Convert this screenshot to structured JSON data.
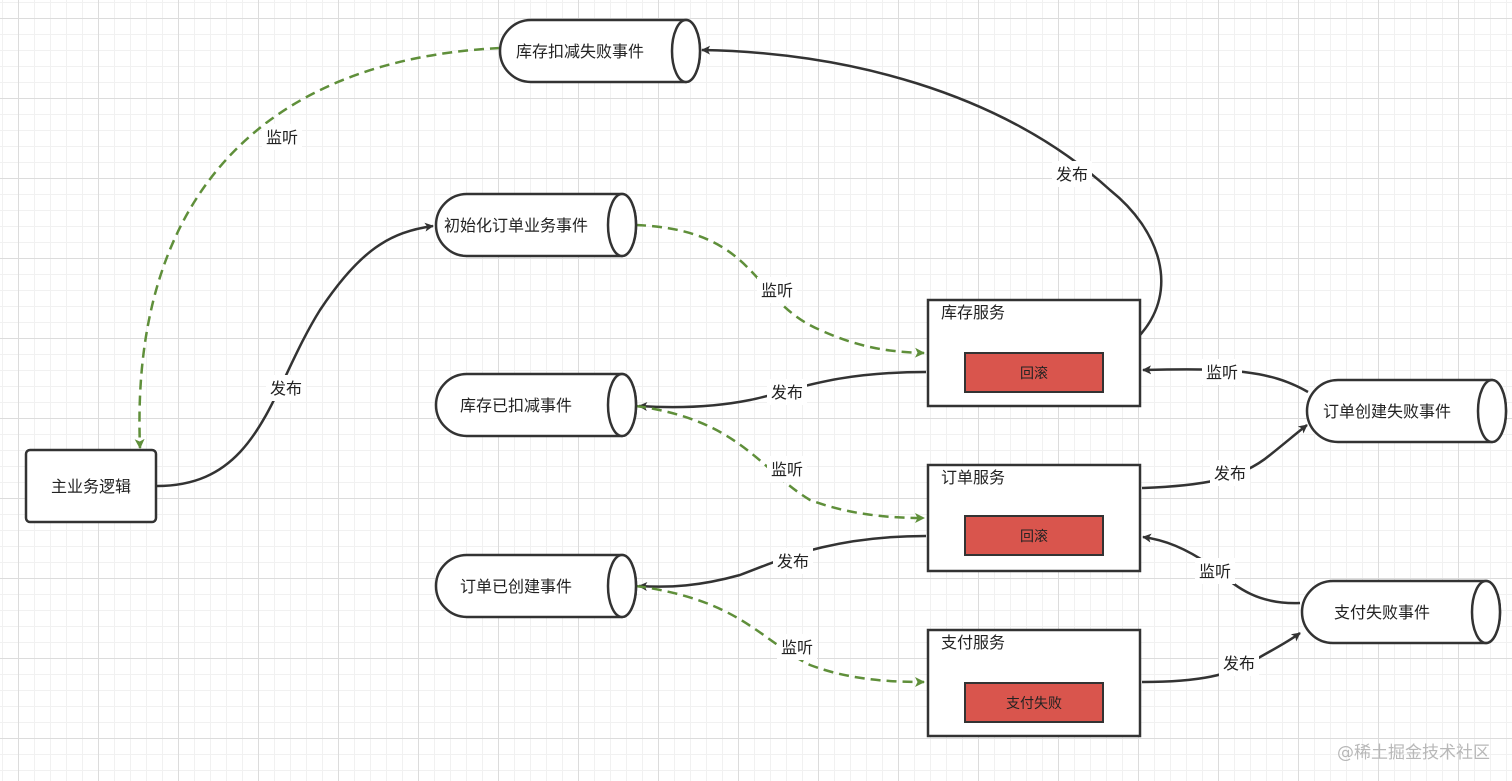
{
  "diagram": {
    "nodes": {
      "main_logic": "主业务逻辑",
      "stock_fail_event": "库存扣减失败事件",
      "init_order_event": "初始化订单业务事件",
      "stock_deducted_event": "库存已扣减事件",
      "order_created_event": "订单已创建事件",
      "order_fail_event": "订单创建失败事件",
      "pay_fail_event": "支付失败事件",
      "stock_service": "库存服务",
      "order_service": "订单服务",
      "pay_service": "支付服务",
      "stock_rollback": "回滚",
      "order_rollback": "回滚",
      "pay_fail": "支付失败"
    },
    "edges": {
      "main_publish_init": "发布",
      "main_listen_stockfail": "监听",
      "init_to_stock_listen": "监听",
      "stock_publish_deducted": "发布",
      "stock_publish_fail": "发布",
      "orderfail_to_stock_listen": "监听",
      "deducted_to_order_listen": "监听",
      "order_publish_created": "发布",
      "order_publish_fail": "发布",
      "payfail_to_order_listen": "监听",
      "created_to_pay_listen": "监听",
      "pay_publish_fail": "发布"
    },
    "colors": {
      "solid": "#333333",
      "dashed": "#5f8f3a",
      "rollback_fill": "#d9554d"
    },
    "watermark": "@稀土掘金技术社区"
  }
}
